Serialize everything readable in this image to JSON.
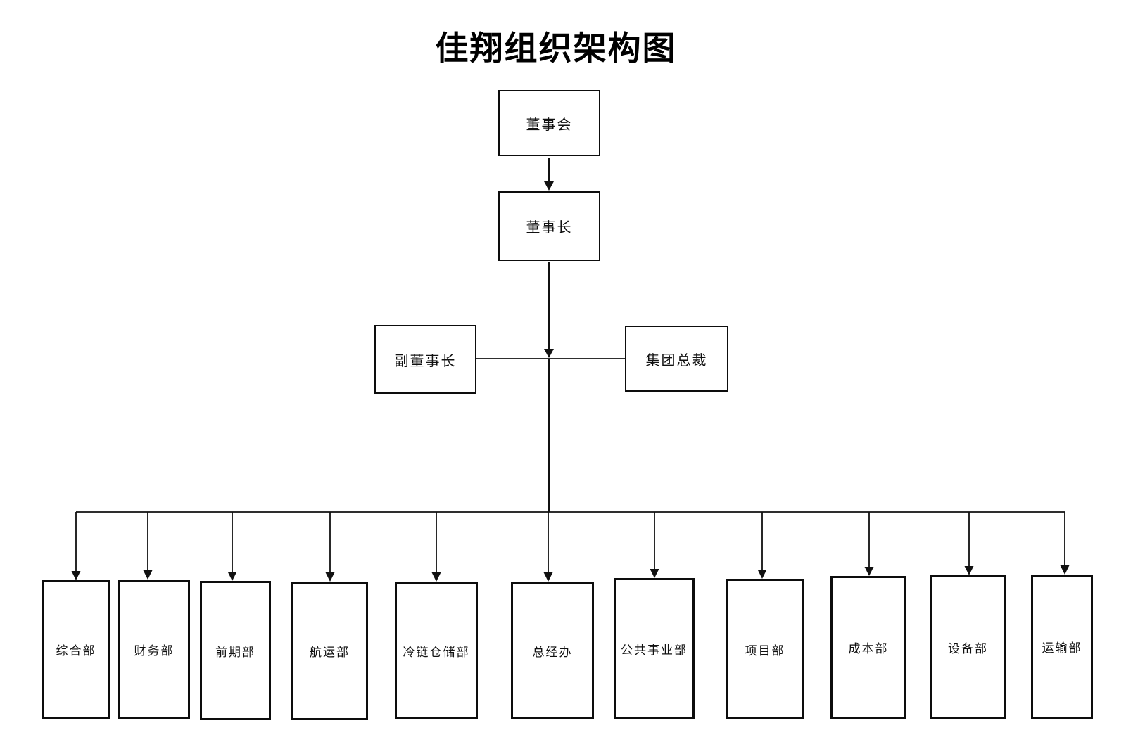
{
  "title": "佳翔组织架构图",
  "org": {
    "root": "董事会",
    "chairman": "董事长",
    "vice_chairman": "副董事长",
    "group_president": "集团总裁",
    "departments": [
      "综合部",
      "财务部",
      "前期部",
      "航运部",
      "冷链仓储部",
      "总经办",
      "公共事业部",
      "项目部",
      "成本部",
      "设备部",
      "运输部"
    ]
  },
  "colors": {
    "background": "#ffffff",
    "line": "#111111",
    "text": "#000000"
  }
}
